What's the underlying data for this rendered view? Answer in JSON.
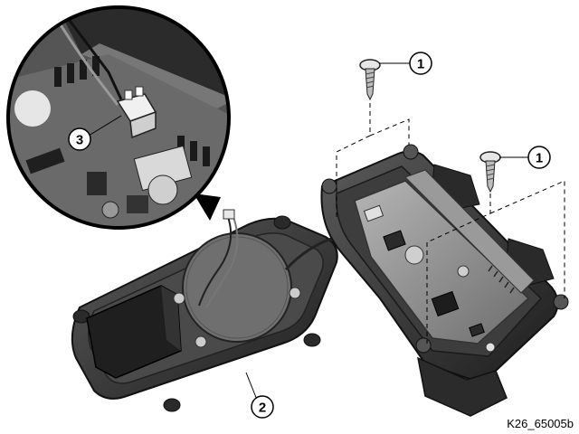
{
  "figure": {
    "reference": "K26_65005b",
    "callouts": [
      {
        "id": "1",
        "label": "1"
      },
      {
        "id": "2",
        "label": "2"
      },
      {
        "id": "3",
        "label": "3"
      }
    ],
    "colors": {
      "housing": "#3a3a3a",
      "board": "#8e8e8e",
      "background": "#ffffff"
    }
  }
}
